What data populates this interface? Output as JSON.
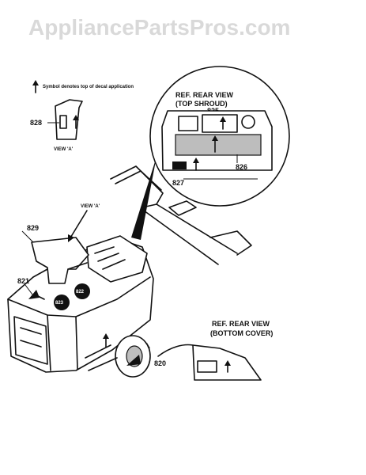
{
  "watermark": "AppliancePartsPros.com",
  "legend": {
    "note": "Symbol denotes top of decal application"
  },
  "view_a": {
    "label": "VIEW 'A'",
    "pointer_label": "VIEW 'A'"
  },
  "top_shroud": {
    "title_line1": "REF. REAR VIEW",
    "title_line2": "(TOP SHROUD)"
  },
  "bottom_cover": {
    "title_line1": "REF. REAR VIEW",
    "title_line2": "(BOTTOM COVER)"
  },
  "parts": {
    "p820": "820",
    "p821": "821",
    "p822": "822",
    "p823": "823",
    "p825": "825",
    "p826": "826",
    "p827": "827",
    "p828": "828",
    "p829": "829"
  }
}
